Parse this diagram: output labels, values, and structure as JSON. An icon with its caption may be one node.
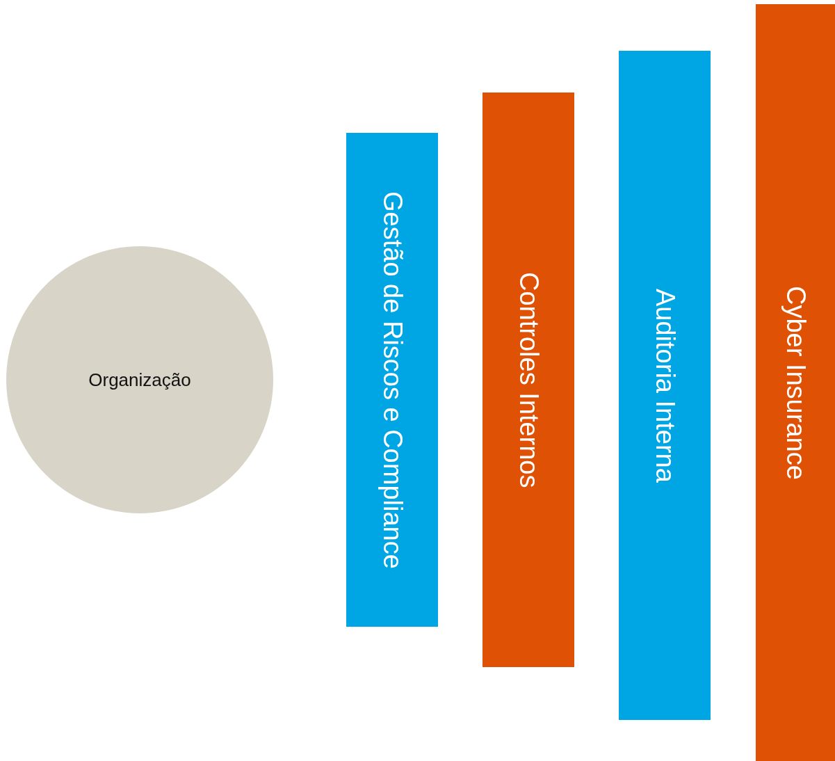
{
  "diagram": {
    "nodes": [
      {
        "text": [
          "Organização"
        ]
      },
      {
        "text": [
          "Gestão de Riscos e Compliance"
        ]
      },
      {
        "text": [
          "Controles Internos"
        ]
      },
      {
        "text": [
          "Auditoria Interna"
        ]
      },
      {
        "text": [
          "Cyber Insurance"
        ]
      }
    ]
  }
}
